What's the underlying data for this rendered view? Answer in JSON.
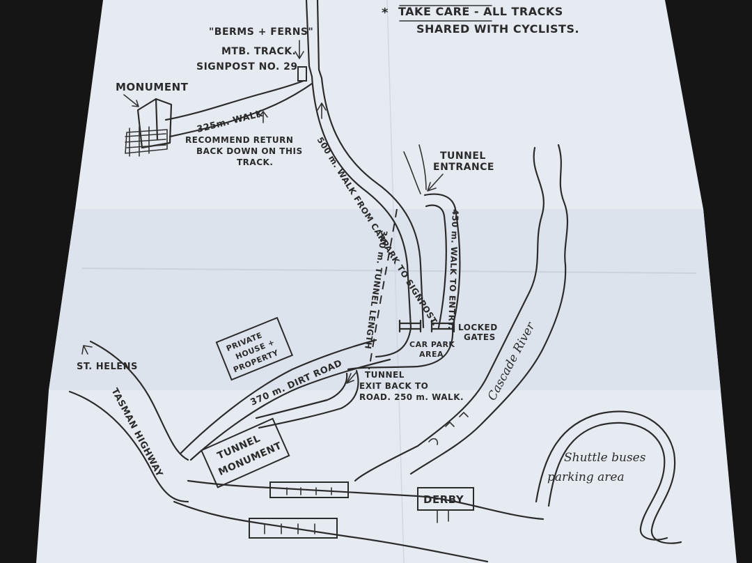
{
  "title": "Derby Tunnel area hand-drawn map",
  "colors": {
    "paper": "#e6ebf2",
    "ink": "#2b2b2b",
    "background": "#141414"
  },
  "notes": {
    "warning_line1": "TAKE CARE - ALL TRACKS",
    "warning_line2": "SHARED WITH CYCLISTS."
  },
  "labels": {
    "berms_line1": "\"BERMS + FERNS\"",
    "berms_line2": "MTB. TRACK.",
    "berms_line3": "SIGNPOST NO. 29",
    "monument": "MONUMENT",
    "walk_325": "325m. WALK",
    "recommend_line1": "RECOMMEND RETURN",
    "recommend_line2": "BACK DOWN ON THIS",
    "recommend_line3": "TRACK.",
    "walk_500": "500 m. WALK FROM CARPARK TO SIGNPOST.",
    "tunnel_entrance_line1": "TUNNEL",
    "tunnel_entrance_line2": "ENTRANCE",
    "walk_450": "450 m. WALK TO ENTRY.",
    "tunnel_length": "340 m. TUNNEL LENGTH",
    "locked_line1": "LOCKED",
    "locked_line2": "GATES",
    "carpark_line1": "CAR PARK",
    "carpark_line2": "AREA",
    "private_line1": "PRIVATE",
    "private_line2": "HOUSE +",
    "private_line3": "PROPERTY",
    "st_helens": "ST. HELENS",
    "dirt_road": "370 m. DIRT ROAD",
    "tunnel_exit_line1": "TUNNEL",
    "tunnel_exit_line2": "EXIT BACK TO",
    "tunnel_exit_line3": "ROAD. 250 m. WALK.",
    "cascade_river": "Cascade River",
    "tasman_highway": "TASMAN HIGHWAY",
    "tunnel_monument_line1": "TUNNEL",
    "tunnel_monument_line2": "MONUMENT",
    "derby": "DERBY",
    "shuttle_line1": "Shuttle buses",
    "shuttle_line2": "parking area"
  }
}
